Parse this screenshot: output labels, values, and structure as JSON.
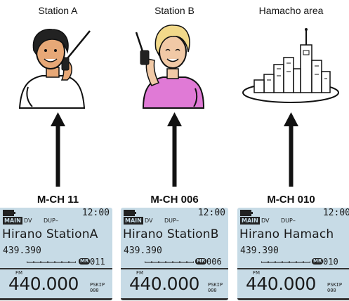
{
  "stations": [
    {
      "id": "a",
      "label": "Station A",
      "illustration": "man-with-radio",
      "channel": "M-CH 11",
      "display": {
        "time": "12:00",
        "main": "MAIN",
        "mode": "DV",
        "dup": "DUP–",
        "name": "Hirano StationA",
        "sub_freq": "439.390",
        "mr": "MR",
        "mem_ch": "011",
        "fm": "FM",
        "freq": "440.000",
        "pskip": "PSKIP",
        "pskip_val": "000"
      }
    },
    {
      "id": "b",
      "label": "Station B",
      "illustration": "woman-with-radio",
      "channel": "M-CH 006",
      "display": {
        "time": "12:00",
        "main": "MAIN",
        "mode": "DV",
        "dup": "DUP–",
        "name": "Hirano StationB",
        "sub_freq": "439.390",
        "mr": "MR",
        "mem_ch": "006",
        "fm": "FM",
        "freq": "440.000",
        "pskip": "PSKIP",
        "pskip_val": "000"
      }
    },
    {
      "id": "c",
      "label": "Hamacho area",
      "illustration": "city-skyline",
      "channel": "M-CH 010",
      "display": {
        "time": "12:00",
        "main": "MAIN",
        "mode": "DV",
        "dup": "DUP–",
        "name": "Hirano Hamach",
        "sub_freq": "439.390",
        "mr": "MR",
        "mem_ch": "010",
        "fm": "FM",
        "freq": "440.000",
        "pskip": "PSKIP",
        "pskip_val": "000"
      }
    }
  ],
  "colors": {
    "lcd_background": "#c7dbe6",
    "ink": "#1a1a1a",
    "skin": "#f1c9a6",
    "shirt_b": "#e07ad6",
    "hair_b": "#f2d98a"
  }
}
